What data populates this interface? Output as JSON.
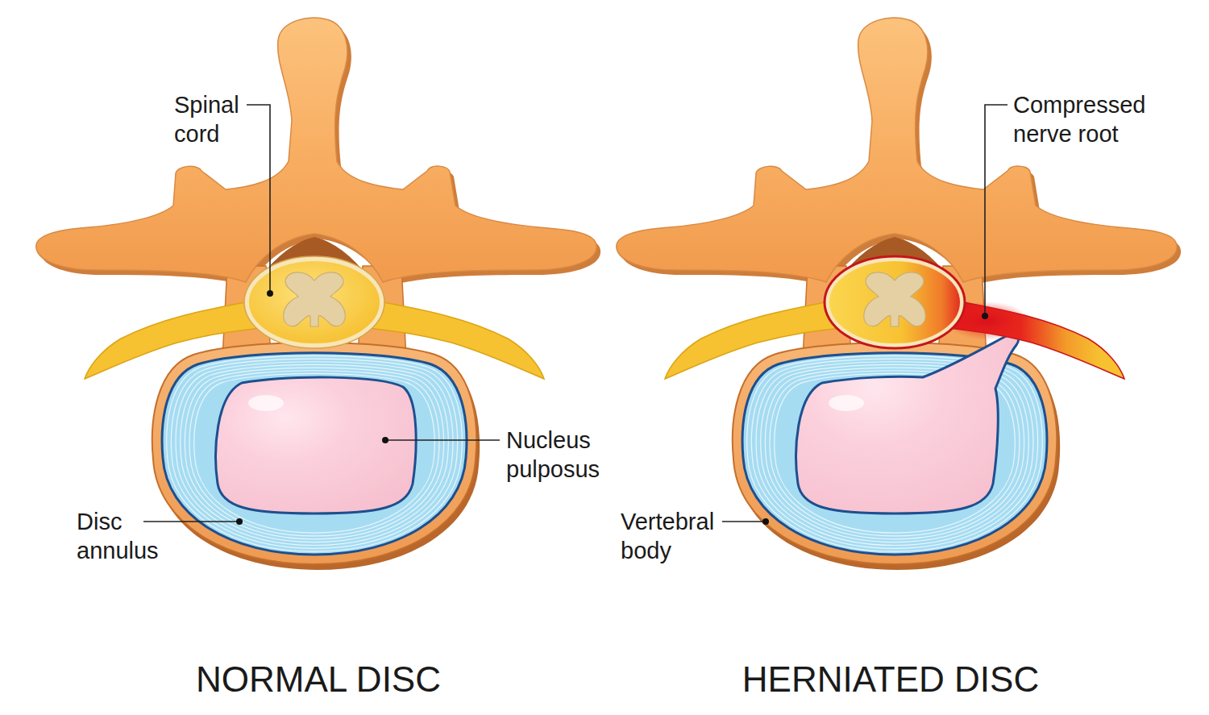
{
  "diagram": {
    "labels": [
      "Spinal cord",
      "Compressed nerve root",
      "Nucleus pulposus",
      "Disc annulus",
      "Vertebral body",
      "NORMAL DISC",
      "HERNIATED DISC"
    ]
  }
}
